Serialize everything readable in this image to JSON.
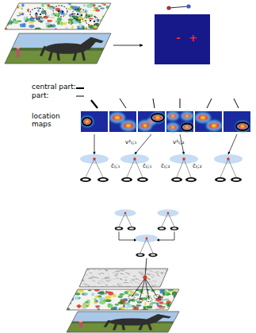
{
  "diagram": {
    "labels": [
      "central part:",
      "part:",
      "location maps",
      "-",
      "+",
      "v²ᵢⱼ;₁",
      "ĉᵢⱼ;₁",
      "ĉᵢⱼ;₁",
      "v²ᵢⱼ;₂",
      "ĉᵢⱼ;₂",
      "ĉᵢⱼ;₂"
    ]
  }
}
